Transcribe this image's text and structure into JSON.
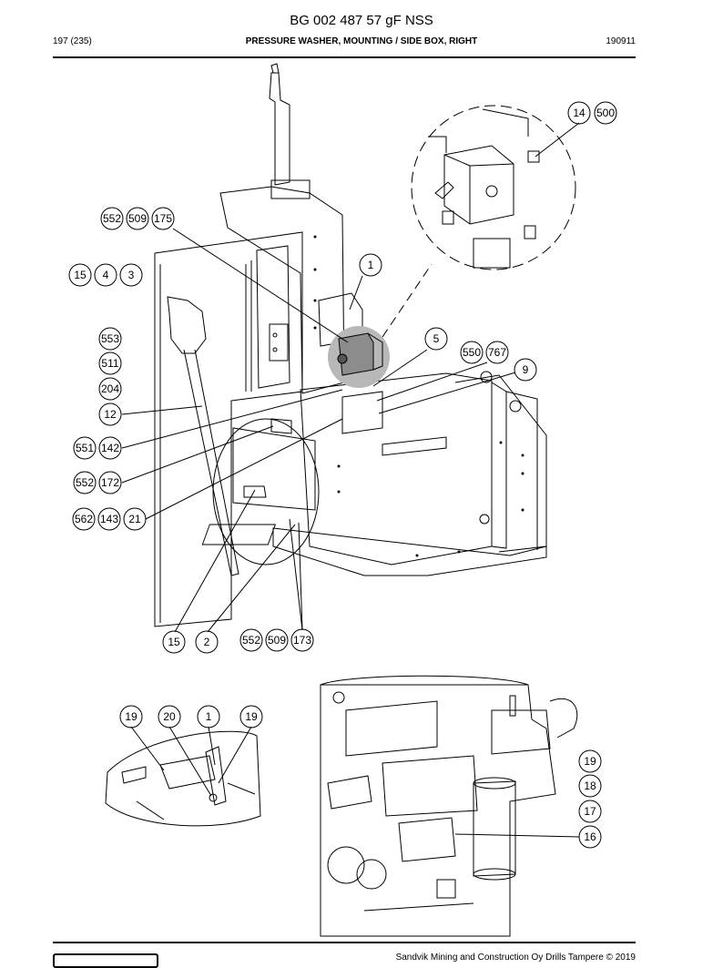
{
  "header": {
    "title": "BG 002 487 57 gF NSS",
    "page": "197 (235)",
    "section": "PRESSURE WASHER, MOUNTING / SIDE BOX, RIGHT",
    "date": "190911"
  },
  "footer": {
    "copyright": "Sandvik Mining and Construction Oy Drills Tampere © 2019"
  },
  "callouts": {
    "c14": "14",
    "c500": "500",
    "c552a": "552",
    "c509a": "509",
    "c175": "175",
    "c15a": "15",
    "c4": "4",
    "c3": "3",
    "c1a": "1",
    "c5": "5",
    "c550": "550",
    "c767": "767",
    "c9": "9",
    "c553": "553",
    "c511": "511",
    "c204": "204",
    "c12": "12",
    "c551": "551",
    "c142": "142",
    "c552b": "552",
    "c172": "172",
    "c562": "562",
    "c143": "143",
    "c21": "21",
    "c15b": "15",
    "c2": "2",
    "c552c": "552",
    "c509c": "509",
    "c173": "173",
    "c19a": "19",
    "c20": "20",
    "c1b": "1",
    "c19b": "19",
    "c19c": "19",
    "c18": "18",
    "c17": "17",
    "c16": "16"
  }
}
